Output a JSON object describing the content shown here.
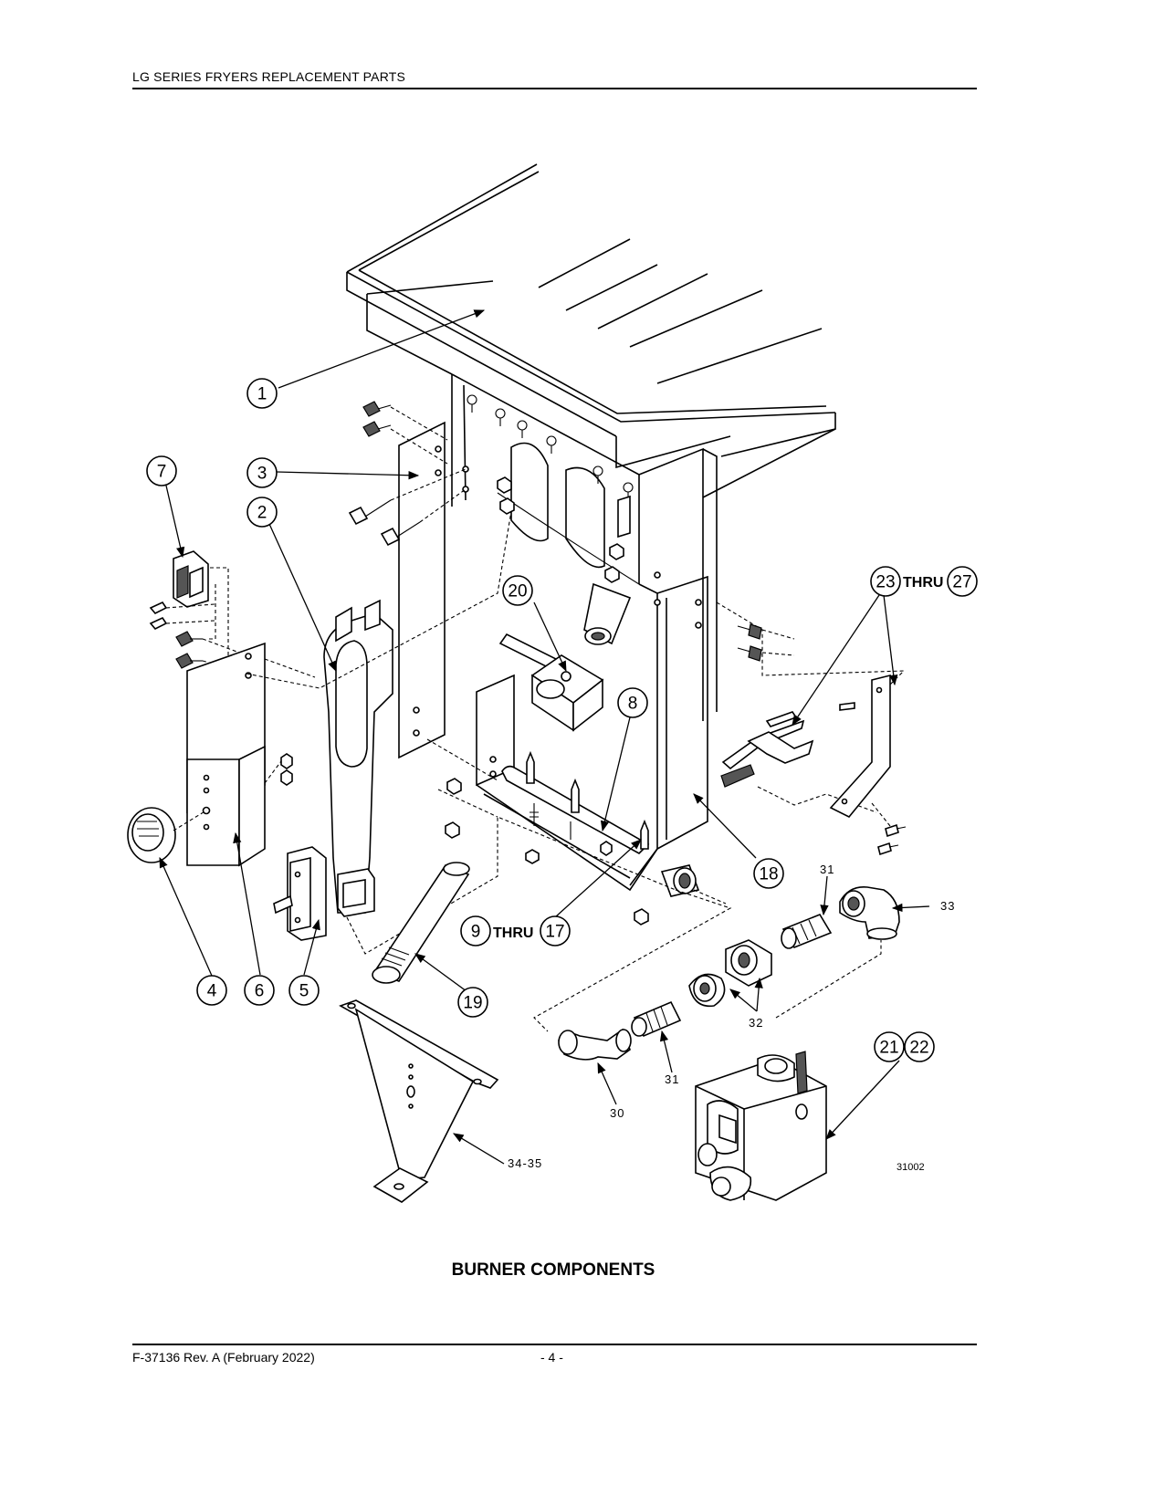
{
  "header": {
    "title": "LG SERIES FRYERS REPLACEMENT PARTS"
  },
  "figure": {
    "caption": "BURNER COMPONENTS",
    "drawing_number": "31002",
    "thru_word": "THRU",
    "callouts": {
      "c1": "1",
      "c2": "2",
      "c3": "3",
      "c4": "4",
      "c5": "5",
      "c6": "6",
      "c7": "7",
      "c8": "8",
      "c9": "9",
      "c17": "17",
      "c18": "18",
      "c19": "19",
      "c20": "20",
      "c21": "21",
      "c22": "22",
      "c23": "23",
      "c27": "27"
    },
    "labels": {
      "l30": "30",
      "l31a": "31",
      "l31b": "31",
      "l32": "32",
      "l33": "33",
      "l34": "34-35"
    }
  },
  "footer": {
    "doc_ref": "F-37136 Rev. A (February 2022)",
    "page": "- 4 -"
  }
}
